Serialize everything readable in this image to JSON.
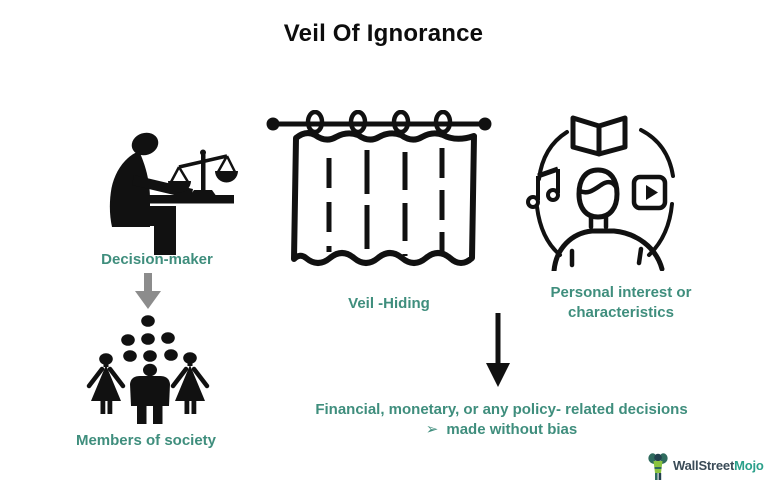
{
  "title": "Veil Of Ignorance",
  "labels": {
    "decision_maker": "Decision-maker",
    "members_of_society": "Members of society",
    "veil": "Veil -Hiding",
    "personal_interest": "Personal interest or characteristics"
  },
  "outcome": {
    "line1": "Financial, monetary, or any policy- related decisions",
    "bullet": "➢",
    "line2": "made without bias"
  },
  "icons": {
    "decision_maker": "person-seated-at-desk-with-balance-scales",
    "members_of_society": "crowd-of-people-silhouettes",
    "veil": "curtain-on-rod",
    "personal_interest": "person-surrounded-by-book-music-note-video",
    "gray_down_arrow": "down-arrow",
    "black_down_arrow": "down-arrow"
  },
  "colors": {
    "label_teal": "#3F8E7D",
    "icon_black": "#111111",
    "gray_arrow": "#8C8C8C",
    "logo_dark": "#3A4B57",
    "logo_teal": "#2BA08A",
    "logo_green": "#8BC540"
  },
  "logo": {
    "brand_part1": "WallStreet",
    "brand_part2": "Mojo"
  }
}
